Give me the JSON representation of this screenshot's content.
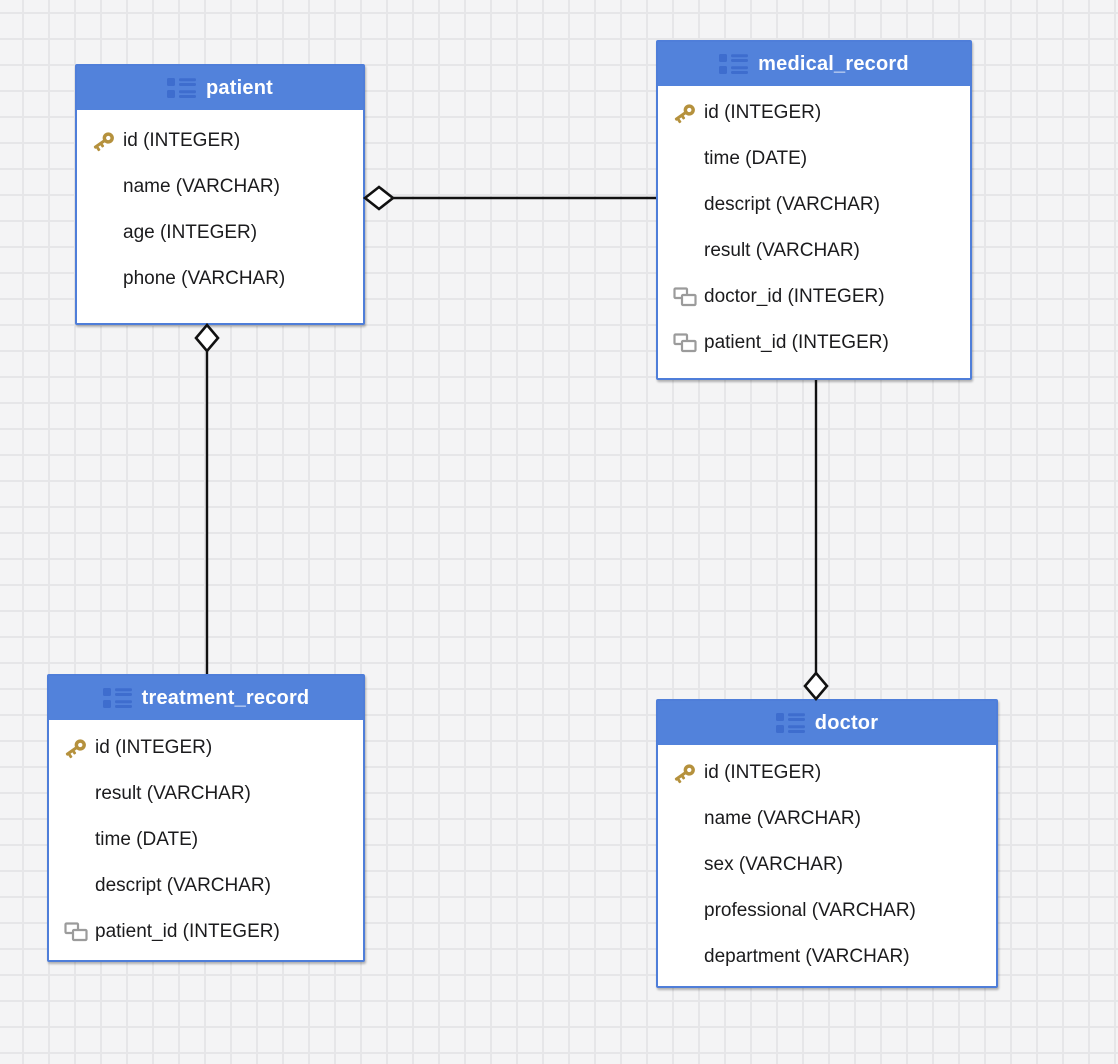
{
  "diagram": {
    "tables": [
      {
        "name": "patient",
        "columns": [
          {
            "label": "id (INTEGER)",
            "key": "primary"
          },
          {
            "label": "name (VARCHAR)",
            "key": "none"
          },
          {
            "label": "age (INTEGER)",
            "key": "none"
          },
          {
            "label": "phone (VARCHAR)",
            "key": "none"
          }
        ]
      },
      {
        "name": "medical_record",
        "columns": [
          {
            "label": "id (INTEGER)",
            "key": "primary"
          },
          {
            "label": "time (DATE)",
            "key": "none"
          },
          {
            "label": "descript (VARCHAR)",
            "key": "none"
          },
          {
            "label": "result (VARCHAR)",
            "key": "none"
          },
          {
            "label": "doctor_id (INTEGER)",
            "key": "foreign"
          },
          {
            "label": "patient_id (INTEGER)",
            "key": "foreign"
          }
        ]
      },
      {
        "name": "treatment_record",
        "columns": [
          {
            "label": "id (INTEGER)",
            "key": "primary"
          },
          {
            "label": "result (VARCHAR)",
            "key": "none"
          },
          {
            "label": "time (DATE)",
            "key": "none"
          },
          {
            "label": "descript (VARCHAR)",
            "key": "none"
          },
          {
            "label": "patient_id (INTEGER)",
            "key": "foreign"
          }
        ]
      },
      {
        "name": "doctor",
        "columns": [
          {
            "label": "id (INTEGER)",
            "key": "primary"
          },
          {
            "label": "name (VARCHAR)",
            "key": "none"
          },
          {
            "label": "sex (VARCHAR)",
            "key": "none"
          },
          {
            "label": "professional (VARCHAR)",
            "key": "none"
          },
          {
            "label": "department (VARCHAR)",
            "key": "none"
          }
        ]
      }
    ],
    "relations": [
      {
        "from": "medical_record",
        "to": "patient",
        "diamond_end": "patient",
        "orientation": "horizontal"
      },
      {
        "from": "treatment_record",
        "to": "patient",
        "diamond_end": "patient",
        "orientation": "vertical"
      },
      {
        "from": "medical_record",
        "to": "doctor",
        "diamond_end": "doctor",
        "orientation": "vertical"
      }
    ],
    "colors": {
      "header": "#5282db",
      "table_border": "#4f7ed9",
      "title_text": "#ffffff",
      "column_text": "#1b1b1d",
      "primary_key_icon": "#b5913d",
      "foreign_key_icon": "#9b9b9b",
      "connector": "#111111",
      "canvas_bg": "#f4f4f5",
      "grid_line": "#e6e6e8"
    }
  }
}
